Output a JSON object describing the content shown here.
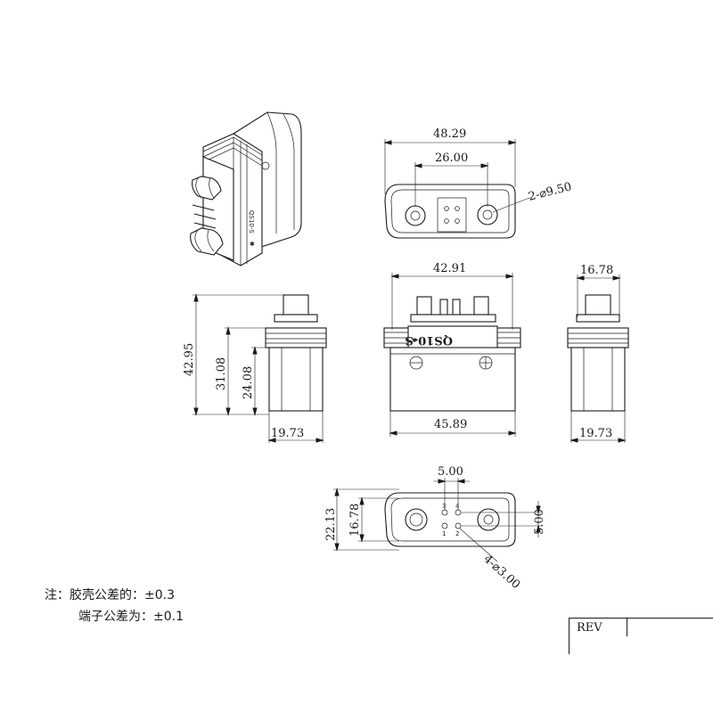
{
  "views": {
    "top": {
      "overall_width": "48.29",
      "pin_spacing": "26.00",
      "hole_callout": "2-⌀9.50"
    },
    "front": {
      "top_width": "42.91",
      "bottom_width": "45.89",
      "model": "QS10-S"
    },
    "side_left": {
      "overall_height": "42.95",
      "mid_height": "31.08",
      "low_height": "24.08",
      "depth": "19.73"
    },
    "side_right": {
      "top_width": "16.78",
      "depth": "19.73"
    },
    "bottom": {
      "signal_pitch": "5.00",
      "outer_height": "22.13",
      "inner_height": "16.78",
      "signal_row_pitch": "5.00",
      "pin_callout": "4-⌀3.00",
      "pin_numbers": [
        "3",
        "4",
        "1",
        "2"
      ]
    }
  },
  "notes": {
    "line1": "注：胶壳公差的：±0.3",
    "line2": "端子公差为：±0.1"
  },
  "title_block": {
    "rev_label": "REV"
  }
}
